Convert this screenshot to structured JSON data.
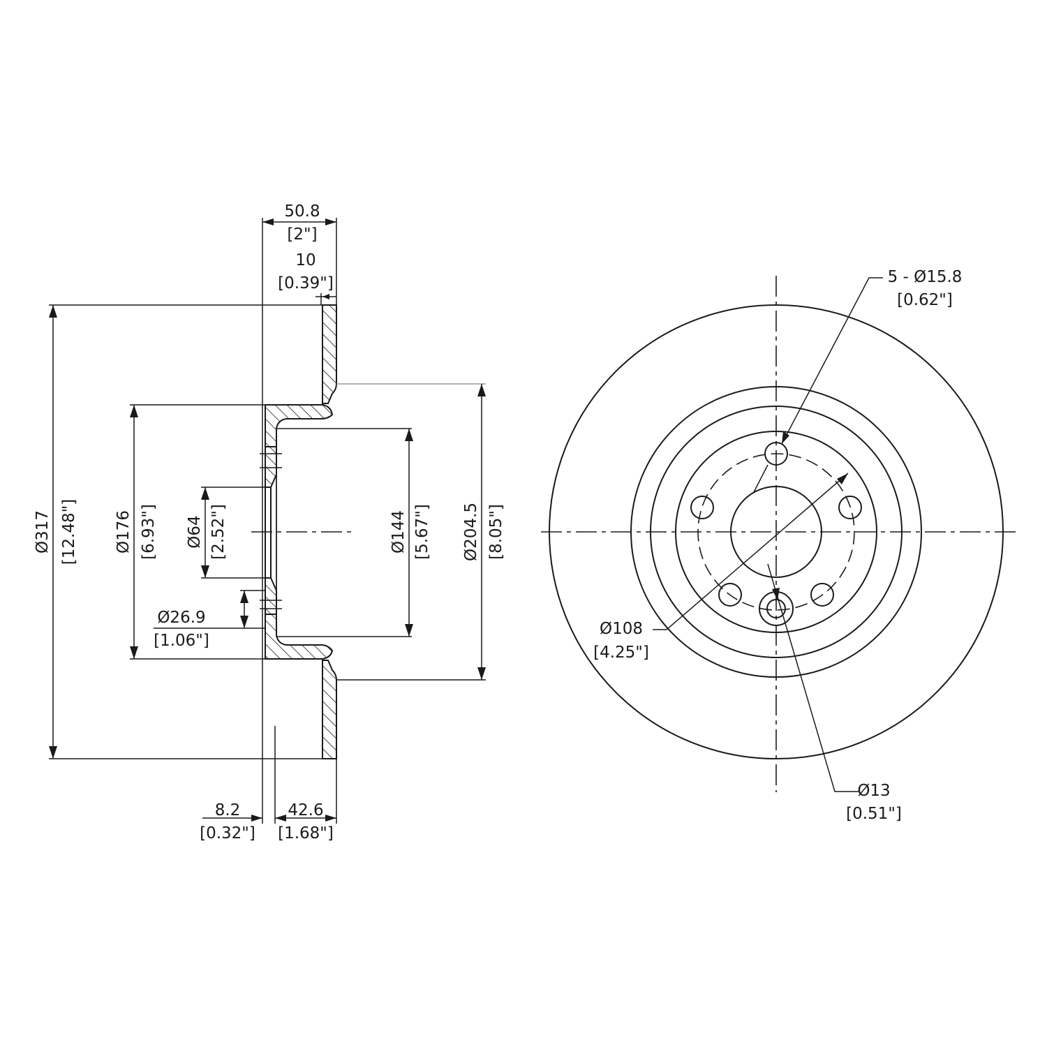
{
  "dimensions": {
    "width_total": {
      "mm": "50.8",
      "in": "[2\"]"
    },
    "disc_thickness": {
      "mm": "10",
      "in": "[0.39\"]"
    },
    "outer_diameter": {
      "mm": "Ø317",
      "in": "[12.48\"]"
    },
    "hat_diameter": {
      "mm": "Ø176",
      "in": "[6.93\"]"
    },
    "center_bore": {
      "mm": "Ø64",
      "in": "[2.52\"]"
    },
    "inner_hat_diameter": {
      "mm": "Ø144",
      "in": "[5.67\"]"
    },
    "inner_friction_diameter": {
      "mm": "Ø204.5",
      "in": "[8.05\"]"
    },
    "stud_spacing": {
      "mm": "Ø26.9",
      "in": "[1.06\"]"
    },
    "hub_offset": {
      "mm": "8.2",
      "in": "[0.32\"]"
    },
    "hat_depth": {
      "mm": "42.6",
      "in": "[1.68\"]"
    },
    "bolt_holes": {
      "mm": "5 - Ø15.8",
      "in": "[0.62\"]"
    },
    "bolt_circle": {
      "mm": "Ø108",
      "in": "[4.25\"]"
    },
    "locator_hole": {
      "mm": "Ø13",
      "in": "[0.51\"]"
    }
  }
}
